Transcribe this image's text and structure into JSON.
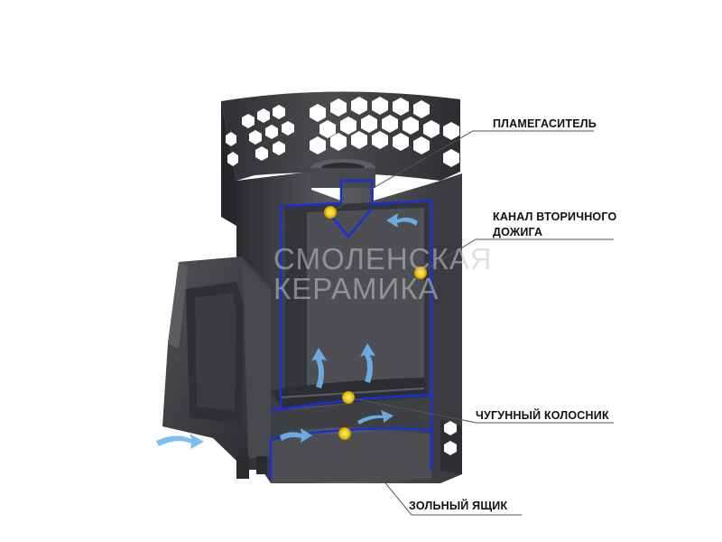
{
  "labels": {
    "flame_arrester": "ПЛАМЕГАСИТЕЛЬ",
    "secondary_channel_line1": "КАНАЛ ВТОРИЧНОГО",
    "secondary_channel_line2": "ДОЖИГА",
    "cast_iron_grate": "ЧУГУННЫЙ КОЛОСНИК",
    "ash_box": "ЗОЛЬНЫЙ ЯЩИК"
  },
  "watermark": {
    "line1": "СМОЛЕНСКАЯ",
    "line2": "КЕРАМИКА"
  },
  "colors": {
    "outline_blue": "#1a2fd6",
    "marker_yellow": "#f4d21f",
    "airflow_blue": "#6fb6ee",
    "metal_dark": "#3c3d40",
    "metal_mid": "#55575b"
  }
}
